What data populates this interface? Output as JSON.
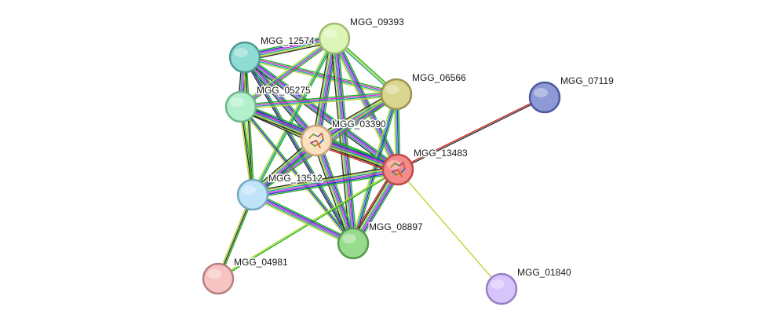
{
  "network": {
    "nodes": [
      {
        "id": "MGG_09393",
        "label": "MGG_09393",
        "fill": "#dcf5b8",
        "stroke": "#9ebc6e"
      },
      {
        "id": "MGG_12574",
        "label": "MGG_12574",
        "fill": "#8fdcd4",
        "stroke": "#4f9a90"
      },
      {
        "id": "MGG_06566",
        "label": "MGG_06566",
        "fill": "#d9d48e",
        "stroke": "#9a9650"
      },
      {
        "id": "MGG_07119",
        "label": "MGG_07119",
        "fill": "#8e9ad6",
        "stroke": "#4d5aa0"
      },
      {
        "id": "MGG_05275",
        "label": "MGG_05275",
        "fill": "#b2f0cc",
        "stroke": "#6fb58c"
      },
      {
        "id": "MGG_03390",
        "label": "MGG_03390",
        "fill": "#fbe0c0",
        "stroke": "#c9a57a",
        "has_structure": true
      },
      {
        "id": "MGG_13483",
        "label": "MGG_13483",
        "fill": "#f58a8a",
        "stroke": "#c24848",
        "has_structure": true
      },
      {
        "id": "MGG_13512",
        "label": "MGG_13512",
        "fill": "#bfe4fa",
        "stroke": "#7aa8c4"
      },
      {
        "id": "MGG_08897",
        "label": "MGG_08897",
        "fill": "#97dc8c",
        "stroke": "#589a4f"
      },
      {
        "id": "MGG_04981",
        "label": "MGG_04981",
        "fill": "#f7c4c4",
        "stroke": "#b88080"
      },
      {
        "id": "MGG_01840",
        "label": "MGG_01840",
        "fill": "#d6c4fa",
        "stroke": "#9780c2"
      }
    ],
    "edges": [
      {
        "source": "MGG_12574",
        "target": "MGG_09393",
        "colors": [
          "#1fb01f",
          "#3030d0",
          "#d030d0",
          "#20a0a0",
          "#b8d830",
          "#303030"
        ]
      },
      {
        "source": "MGG_12574",
        "target": "MGG_05275",
        "colors": [
          "#1fb01f",
          "#3030d0",
          "#d030d0",
          "#20a0a0",
          "#303030"
        ]
      },
      {
        "source": "MGG_12574",
        "target": "MGG_06566",
        "colors": [
          "#1fb01f",
          "#d030d0",
          "#20a0a0",
          "#b8d830"
        ]
      },
      {
        "source": "MGG_12574",
        "target": "MGG_03390",
        "colors": [
          "#1fb01f",
          "#3030d0",
          "#d030d0",
          "#20a0a0",
          "#303030"
        ]
      },
      {
        "source": "MGG_12574",
        "target": "MGG_13483",
        "colors": [
          "#1fb01f",
          "#3030d0",
          "#d030d0",
          "#20a0a0",
          "#303030"
        ]
      },
      {
        "source": "MGG_12574",
        "target": "MGG_13512",
        "colors": [
          "#1fb01f",
          "#303030",
          "#b8d830"
        ]
      },
      {
        "source": "MGG_12574",
        "target": "MGG_08897",
        "colors": [
          "#1fb01f",
          "#3030d0",
          "#303030"
        ]
      },
      {
        "source": "MGG_09393",
        "target": "MGG_05275",
        "colors": [
          "#1fb01f",
          "#d030d0",
          "#20a0a0",
          "#b8d830"
        ]
      },
      {
        "source": "MGG_09393",
        "target": "MGG_06566",
        "colors": [
          "#1fb01f",
          "#b8d830",
          "#20a0a0"
        ]
      },
      {
        "source": "MGG_09393",
        "target": "MGG_03390",
        "colors": [
          "#1fb01f",
          "#3030d0",
          "#d030d0",
          "#20a0a0",
          "#b8d830",
          "#303030"
        ]
      },
      {
        "source": "MGG_09393",
        "target": "MGG_13483",
        "colors": [
          "#1fb01f",
          "#3030d0",
          "#d030d0",
          "#20a0a0",
          "#b8d830"
        ]
      },
      {
        "source": "MGG_09393",
        "target": "MGG_13512",
        "colors": [
          "#1fb01f",
          "#20a0a0",
          "#b8d830"
        ]
      },
      {
        "source": "MGG_09393",
        "target": "MGG_08897",
        "colors": [
          "#1fb01f",
          "#3030d0",
          "#d030d0",
          "#20a0a0",
          "#b8d830",
          "#303030"
        ]
      },
      {
        "source": "MGG_05275",
        "target": "MGG_06566",
        "colors": [
          "#1fb01f",
          "#d030d0",
          "#20a0a0",
          "#b8d830"
        ]
      },
      {
        "source": "MGG_05275",
        "target": "MGG_03390",
        "colors": [
          "#1fb01f",
          "#3030d0",
          "#d030d0",
          "#20a0a0",
          "#b8d830",
          "#303030"
        ]
      },
      {
        "source": "MGG_05275",
        "target": "MGG_13483",
        "colors": [
          "#1fb01f",
          "#3030d0",
          "#d030d0",
          "#20a0a0",
          "#b8d830",
          "#303030"
        ]
      },
      {
        "source": "MGG_05275",
        "target": "MGG_13512",
        "colors": [
          "#1fb01f",
          "#303030",
          "#b8d830"
        ]
      },
      {
        "source": "MGG_05275",
        "target": "MGG_08897",
        "colors": [
          "#1fb01f",
          "#3030d0",
          "#b8d830"
        ]
      },
      {
        "source": "MGG_06566",
        "target": "MGG_03390",
        "colors": [
          "#1fb01f",
          "#3030d0",
          "#d030d0",
          "#20a0a0",
          "#b8d830",
          "#303030"
        ]
      },
      {
        "source": "MGG_06566",
        "target": "MGG_13483",
        "colors": [
          "#1fb01f",
          "#3030d0",
          "#20a0a0",
          "#b8d830"
        ]
      },
      {
        "source": "MGG_06566",
        "target": "MGG_13512",
        "colors": [
          "#1fb01f",
          "#d030d0",
          "#20a0a0",
          "#b8d830"
        ]
      },
      {
        "source": "MGG_06566",
        "target": "MGG_08897",
        "colors": [
          "#1fb01f",
          "#3030d0",
          "#20a0a0",
          "#b8d830"
        ]
      },
      {
        "source": "MGG_03390",
        "target": "MGG_13483",
        "colors": [
          "#1fb01f",
          "#3030d0",
          "#d030d0",
          "#20a0a0",
          "#b8d830",
          "#303030",
          "#d02020"
        ]
      },
      {
        "source": "MGG_03390",
        "target": "MGG_13512",
        "colors": [
          "#1fb01f",
          "#3030d0",
          "#d030d0",
          "#20a0a0",
          "#b8d830",
          "#303030"
        ]
      },
      {
        "source": "MGG_03390",
        "target": "MGG_08897",
        "colors": [
          "#1fb01f",
          "#3030d0",
          "#d030d0",
          "#20a0a0",
          "#b8d830",
          "#303030"
        ]
      },
      {
        "source": "MGG_13483",
        "target": "MGG_13512",
        "colors": [
          "#1fb01f",
          "#3030d0",
          "#d030d0",
          "#20a0a0",
          "#b8d830",
          "#303030"
        ]
      },
      {
        "source": "MGG_13483",
        "target": "MGG_08897",
        "colors": [
          "#1fb01f",
          "#3030d0",
          "#d030d0",
          "#20a0a0",
          "#b8d830",
          "#303030",
          "#d02020"
        ]
      },
      {
        "source": "MGG_13483",
        "target": "MGG_07119",
        "colors": [
          "#d02020",
          "#303030"
        ]
      },
      {
        "source": "MGG_13483",
        "target": "MGG_01840",
        "colors": [
          "#b8d830"
        ]
      },
      {
        "source": "MGG_13483",
        "target": "MGG_04981",
        "colors": [
          "#1fb01f",
          "#b8d830"
        ]
      },
      {
        "source": "MGG_13512",
        "target": "MGG_08897",
        "colors": [
          "#1fb01f",
          "#3030d0",
          "#d030d0",
          "#20a0a0",
          "#b8d830"
        ]
      },
      {
        "source": "MGG_13512",
        "target": "MGG_04981",
        "colors": [
          "#1fb01f",
          "#303030",
          "#b8d830"
        ]
      }
    ]
  }
}
